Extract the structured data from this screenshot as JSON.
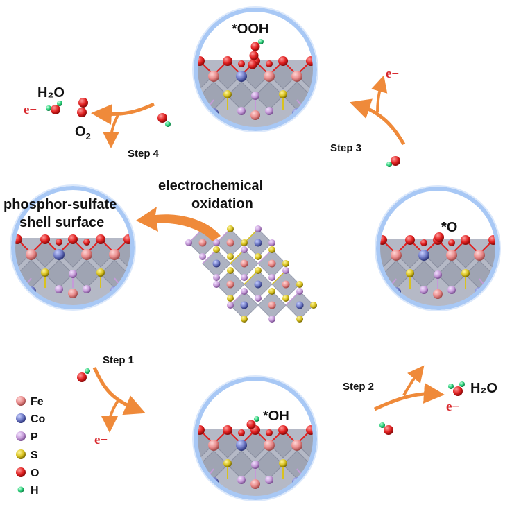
{
  "colors": {
    "fe": "#e88a8a",
    "co": "#6d78c4",
    "p": "#c59bd8",
    "s": "#d9c21f",
    "o": "#e02020",
    "h": "#2bd07a",
    "arrow": "#ef8a3a",
    "ring": "#a8c8f5",
    "electron": "#d8262b"
  },
  "center": {
    "label_line1": "electrochemical",
    "label_line2": "oxidation"
  },
  "surface": {
    "label_line1": "phosphor-sulfate",
    "label_line2": "shell surface"
  },
  "intermediates": {
    "ooh": "*OOH",
    "o": "*O",
    "oh": "*OH"
  },
  "steps": {
    "step1": "Step 1",
    "step2": "Step 2",
    "step3": "Step 3",
    "step4": "Step 4"
  },
  "species": {
    "electron": "e−",
    "water": "H₂O",
    "oxygen_main": "O",
    "oxygen_sub": "2"
  },
  "legend": [
    {
      "symbol": "Fe",
      "color": "#e88a8a",
      "icon": "fe-atom-icon"
    },
    {
      "symbol": "Co",
      "color": "#6d78c4",
      "icon": "co-atom-icon"
    },
    {
      "symbol": "P",
      "color": "#c59bd8",
      "icon": "p-atom-icon"
    },
    {
      "symbol": "S",
      "color": "#d9c21f",
      "icon": "s-atom-icon"
    },
    {
      "symbol": "O",
      "color": "#e02020",
      "icon": "o-atom-icon"
    },
    {
      "symbol": "H",
      "color": "#2bd07a",
      "icon": "h-atom-icon"
    }
  ]
}
